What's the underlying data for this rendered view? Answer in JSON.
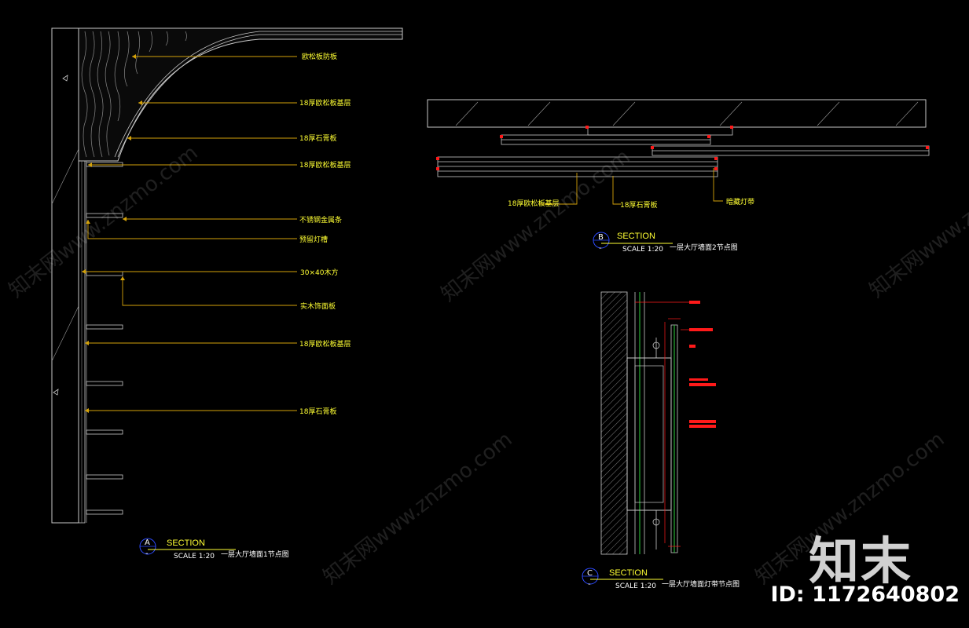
{
  "colors": {
    "background": "#000000",
    "label_text": "#ffff33",
    "leader": "#d4a20a",
    "line": "#c8c8c8",
    "marker": "#ff1a1a",
    "bubble": "#2d4bff",
    "green": "#2bd13b"
  },
  "section_a": {
    "labels": [
      "欧松板防板",
      "18厚欧松板基层",
      "18厚石膏板",
      "18厚欧松板基层",
      "不锈钢金属条",
      "预留灯槽",
      "30×40木方",
      "实木饰面板",
      "18厚欧松板基层",
      "18厚石膏板"
    ],
    "bubble_letter": "A",
    "bubble_sub": "-",
    "title": "SECTION",
    "scale": "SCALE 1:20",
    "subtitle": "一层大厅墙面1节点图"
  },
  "section_b": {
    "labels": [
      "18厚欧松板基层",
      "18厚石膏板",
      "暗藏灯带"
    ],
    "bubble_letter": "B",
    "bubble_sub": "-",
    "title": "SECTION",
    "scale": "SCALE 1:20",
    "subtitle": "一层大厅墙面2节点图"
  },
  "section_c": {
    "bubble_letter": "C",
    "bubble_sub": "-",
    "title": "SECTION",
    "scale": "SCALE 1:20",
    "subtitle": "一层大厅墙面灯带节点图"
  },
  "watermark": {
    "text": "知末网www.znzmo.com",
    "logo": "知末",
    "image_id": "ID: 1172640802"
  }
}
